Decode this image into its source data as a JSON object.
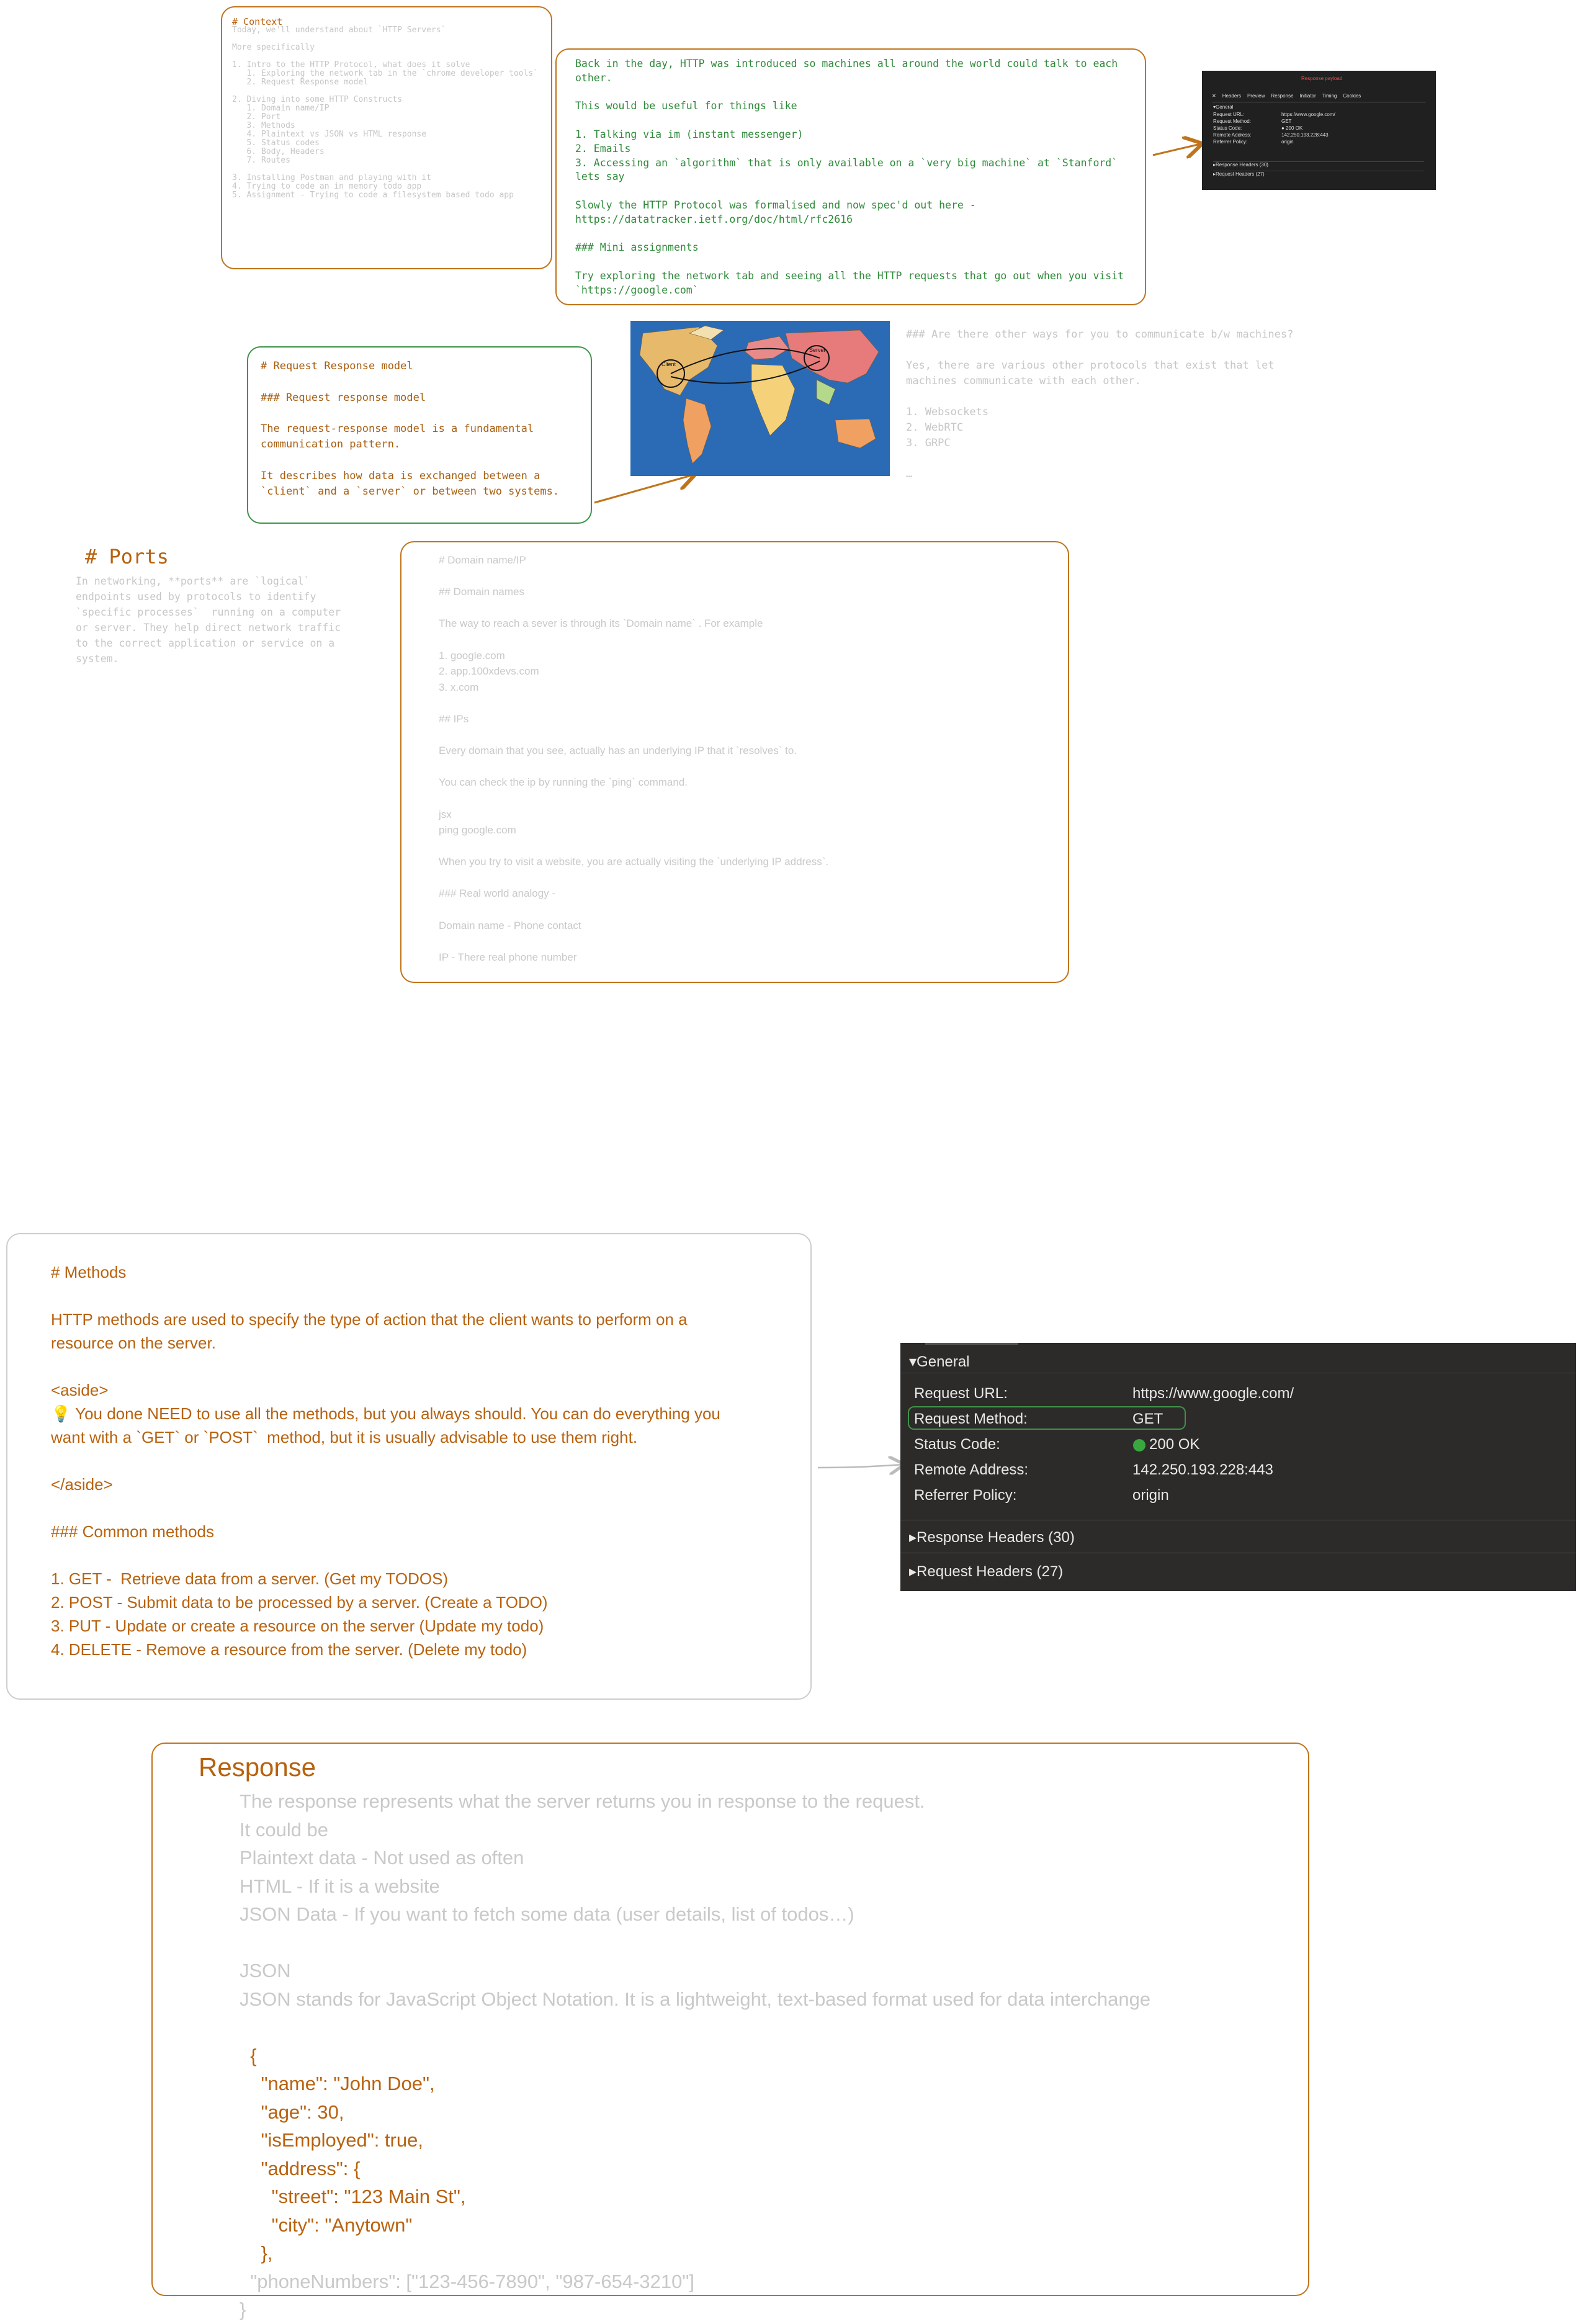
{
  "context": {
    "lines": [
      "# Context",
      "Today, we'll understand about `HTTP Servers`",
      "",
      "More specifically",
      "",
      "1. Intro to the HTTP Protocol, what does it solve",
      "   1. Exploring the network tab in the `chrome developer tools`",
      "   2. Request Response model",
      "",
      "2. Diving into some HTTP Constructs",
      "   1. Domain name/IP",
      "   2. Port",
      "   3. Methods",
      "   4. Plaintext vs JSON vs HTML response",
      "   5. Status codes",
      "   6. Body, Headers",
      "   7. Routes",
      "",
      "3. Installing Postman and playing with it",
      "4. Trying to code an in memory todo app",
      "5. Assignment - Trying to code a filesystem based todo app"
    ]
  },
  "back_in_the_day": {
    "lines": [
      "Back in the day, HTTP was introduced so machines all around the world could talk to each",
      "other.",
      "",
      "This would be useful for things like",
      "",
      "1. Talking via im (instant messenger)",
      "2. Emails",
      "3. Accessing an `algorithm` that is only available on a `very big machine` at `Stanford`",
      "lets say",
      "",
      "Slowly the HTTP Protocol was formalised and now spec'd out here -",
      "https://datatracker.ietf.org/doc/html/rfc2616",
      "",
      "### Mini assignments",
      "",
      "Try exploring the network tab and seeing all the HTTP requests that go out when you visit",
      "`https://google.com`"
    ]
  },
  "thumbnail": {
    "annotation": "Response payload",
    "tabs": [
      "✕",
      "Headers",
      "Preview",
      "Response",
      "Initiator",
      "Timing",
      "Cookies"
    ],
    "section": "▾General",
    "rows": [
      {
        "k": "Request URL:",
        "v": "https://www.google.com/"
      },
      {
        "k": "Request Method:",
        "v": "GET"
      },
      {
        "k": "Status Code:",
        "v": "● 200 OK"
      },
      {
        "k": "Remote Address:",
        "v": "142.250.193.228:443"
      },
      {
        "k": "Referrer Policy:",
        "v": "origin"
      }
    ],
    "footer": [
      "▸Response Headers (30)",
      "▸Request Headers (27)"
    ]
  },
  "request_response": {
    "lines": [
      "# Request Response model",
      "",
      "### Request response model",
      "",
      "The request-response model is a fundamental",
      "communication pattern.",
      "",
      "It describes how data is exchanged between a",
      "`client` and a `server` or between two systems."
    ]
  },
  "map": {
    "labels": [
      "Client",
      "Server"
    ]
  },
  "other_ways": {
    "lines": [
      "### Are there other ways for you to communicate b/w machines?",
      "",
      "Yes, there are various other protocols that exist that let",
      "machines communicate with each other.",
      "",
      "1. Websockets",
      "2. WebRTC",
      "3. GRPC",
      "",
      "…"
    ]
  },
  "ports": {
    "title": "# Ports",
    "lines": [
      "In networking, **ports** are `logical`",
      "endpoints used by protocols to identify",
      "`specific processes`  running on a computer",
      "or server. They help direct network traffic",
      "to the correct application or service on a",
      "system."
    ]
  },
  "domain": {
    "lines": [
      "# Domain name/IP",
      "",
      "## Domain names",
      "",
      "The way to reach a sever is through its `Domain name` . For example",
      "",
      "1. google.com",
      "2. app.100xdevs.com",
      "3. x.com",
      "",
      "## IPs",
      "",
      "Every domain that you see, actually has an underlying IP that it `resolves` to.",
      "",
      "You can check the ip by running the `ping` command.",
      "",
      "jsx",
      "ping google.com",
      "",
      "When you try to visit a website, you are actually visiting the `underlying IP address`.",
      "",
      "### Real world analogy -",
      "",
      "Domain name - Phone contact",
      "",
      "IP - There real phone number"
    ]
  },
  "methods": {
    "lines": [
      "# Methods",
      "",
      "HTTP methods are used to specify the type of action that the client wants to perform on a",
      "resource on the server.",
      "",
      "<aside>",
      "💡 You done NEED to use all the methods, but you always should. You can do everything you",
      "want with a `GET` or `POST`  method, but it is usually advisable to use them right.",
      "",
      "</aside>",
      "",
      "### Common methods",
      "",
      "1. GET -  Retrieve data from a server. (Get my TODOS)",
      "2. POST - Submit data to be processed by a server. (Create a TODO)",
      "3. PUT - Update or create a resource on the server (Update my todo)",
      "4. DELETE - Remove a resource from the server. (Delete my todo)"
    ]
  },
  "general_panel": {
    "section": "▾General",
    "rows": [
      {
        "k": "Request URL:",
        "v": "https://www.google.com/"
      },
      {
        "k": "Request Method:",
        "v": "GET"
      },
      {
        "k": "Status Code:",
        "v": "200 OK"
      },
      {
        "k": "Remote Address:",
        "v": "142.250.193.228:443"
      },
      {
        "k": "Referrer Policy:",
        "v": "origin"
      }
    ],
    "response_headers": "▸Response Headers (30)",
    "request_headers": "▸Request Headers (27)",
    "status_color": "#3aa640"
  },
  "response": {
    "title": "Response",
    "lines": [
      "The response represents what the server returns you in response to the request.",
      "It could be",
      "Plaintext data - Not used as often",
      "HTML - If it is a website",
      "JSON Data - If you want to fetch some data (user details, list of todos…)",
      "",
      "JSON",
      "JSON stands for JavaScript Object Notation. It is a lightweight, text-based format used for data interchange",
      "",
      "  {",
      "    \"name\": \"John Doe\",",
      "    \"age\": 30,",
      "    \"isEmployed\": true,",
      "    \"address\": {",
      "      \"street\": \"123 Main St\",",
      "      \"city\": \"Anytown\"",
      "    },",
      "  \"phoneNumbers\": [\"123-456-7890\", \"987-654-3210\"]",
      "}"
    ]
  },
  "colors": {
    "orange": "#c0741a",
    "green": "#3e9448",
    "gray": "#c9c9c9",
    "dark_panel": "#2d2b29"
  }
}
